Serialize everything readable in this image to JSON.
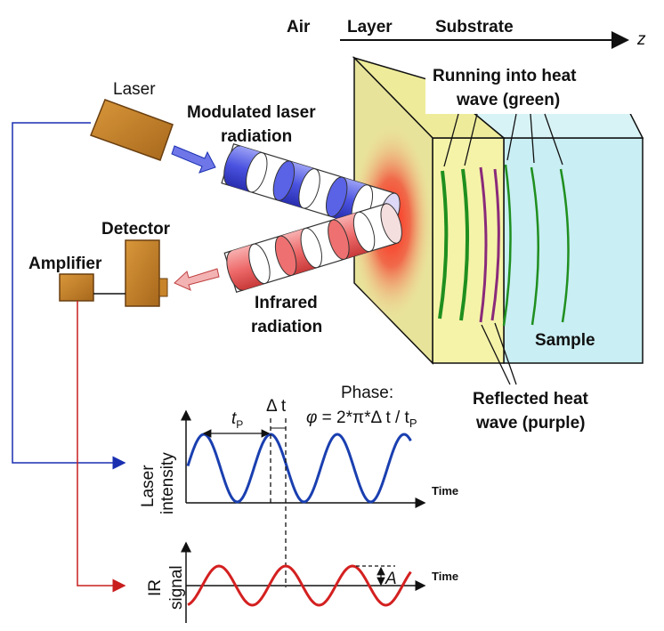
{
  "axis": {
    "air": "Air",
    "layer": "Layer",
    "substrate": "Substrate",
    "z": "z"
  },
  "labels": {
    "laser": "Laser",
    "modulated_1": "Modulated laser",
    "modulated_2": "radiation",
    "detector": "Detector",
    "amplifier": "Amplifier",
    "infrared_1": "Infrared",
    "infrared_2": "radiation",
    "running_1": "Running into heat",
    "running_2": "wave (green)",
    "reflected_1": "Reflected heat",
    "reflected_2": "wave (purple)",
    "sample": "Sample"
  },
  "phase": {
    "title": "Phase:",
    "phi": "φ",
    "formula_mid": " = 2*π*Δ t / t",
    "formula_sub": "P",
    "delta_t": "Δ t",
    "tp": "t",
    "tp_sub": "P",
    "amplitude": "A"
  },
  "plots": {
    "laser_ylabel_1": "Laser",
    "laser_ylabel_2": "intensity",
    "ir_ylabel_1": "IR",
    "ir_ylabel_2": "signal",
    "time_label": "Time"
  },
  "colors": {
    "laser_box": "#c8842a",
    "wave_blue": "#1a3fb0",
    "wave_red": "#d42020",
    "green_wave": "#1f8f1f",
    "purple_wave": "#8a2a7a",
    "layer_fill": "#f5f3a8",
    "substrate_fill": "#c9eef3",
    "beam_blue": "#6f77e8",
    "beam_red": "#f09a9a"
  }
}
